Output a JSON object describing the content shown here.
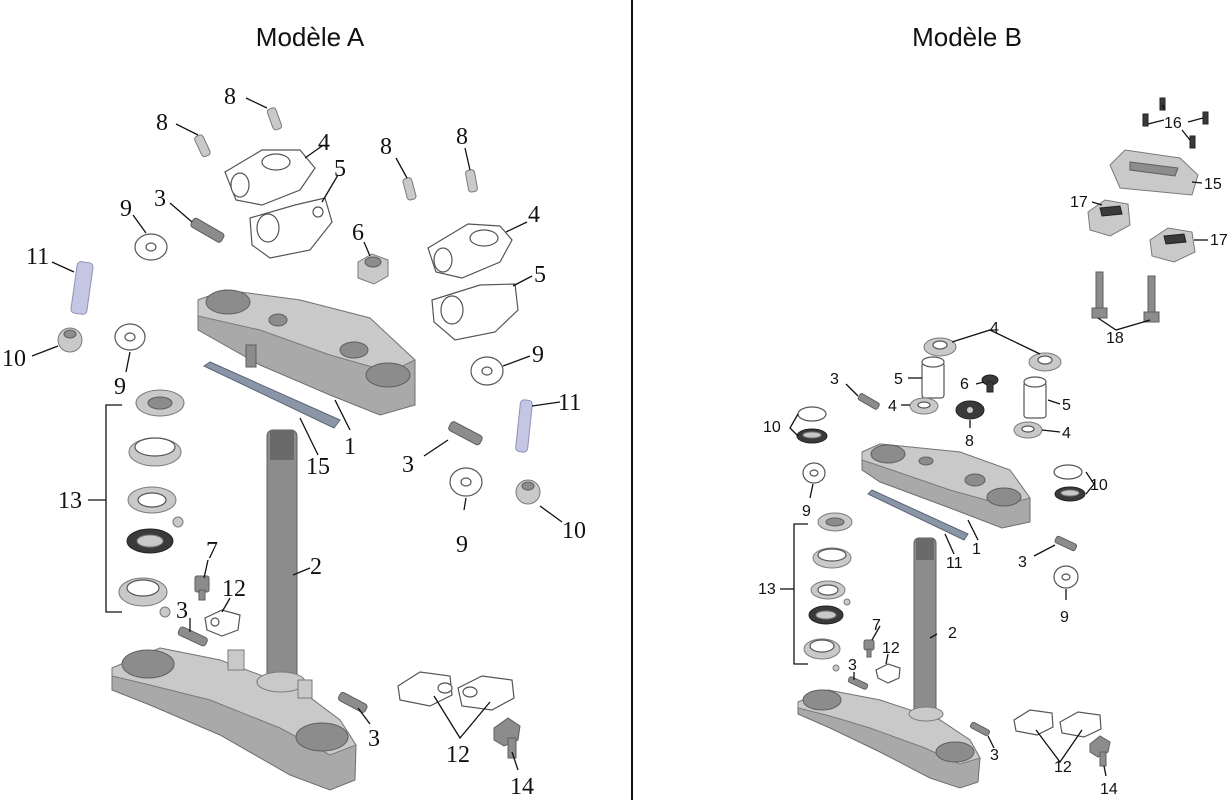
{
  "diagram": {
    "model_a": {
      "title": "Modèle A",
      "labels": [
        "8",
        "8",
        "4",
        "5",
        "8",
        "8",
        "3",
        "9",
        "6",
        "4",
        "5",
        "11",
        "10",
        "9",
        "9",
        "11",
        "1",
        "15",
        "3",
        "10",
        "13",
        "7",
        "2",
        "12",
        "3",
        "9",
        "3",
        "12",
        "14"
      ]
    },
    "model_b": {
      "title": "Modèle B",
      "labels": [
        "16",
        "15",
        "17",
        "17",
        "18",
        "4",
        "5",
        "6",
        "3",
        "4",
        "8",
        "5",
        "4",
        "10",
        "10",
        "9",
        "1",
        "11",
        "3",
        "13",
        "9",
        "7",
        "12",
        "2",
        "3",
        "3",
        "12",
        "14"
      ]
    }
  }
}
